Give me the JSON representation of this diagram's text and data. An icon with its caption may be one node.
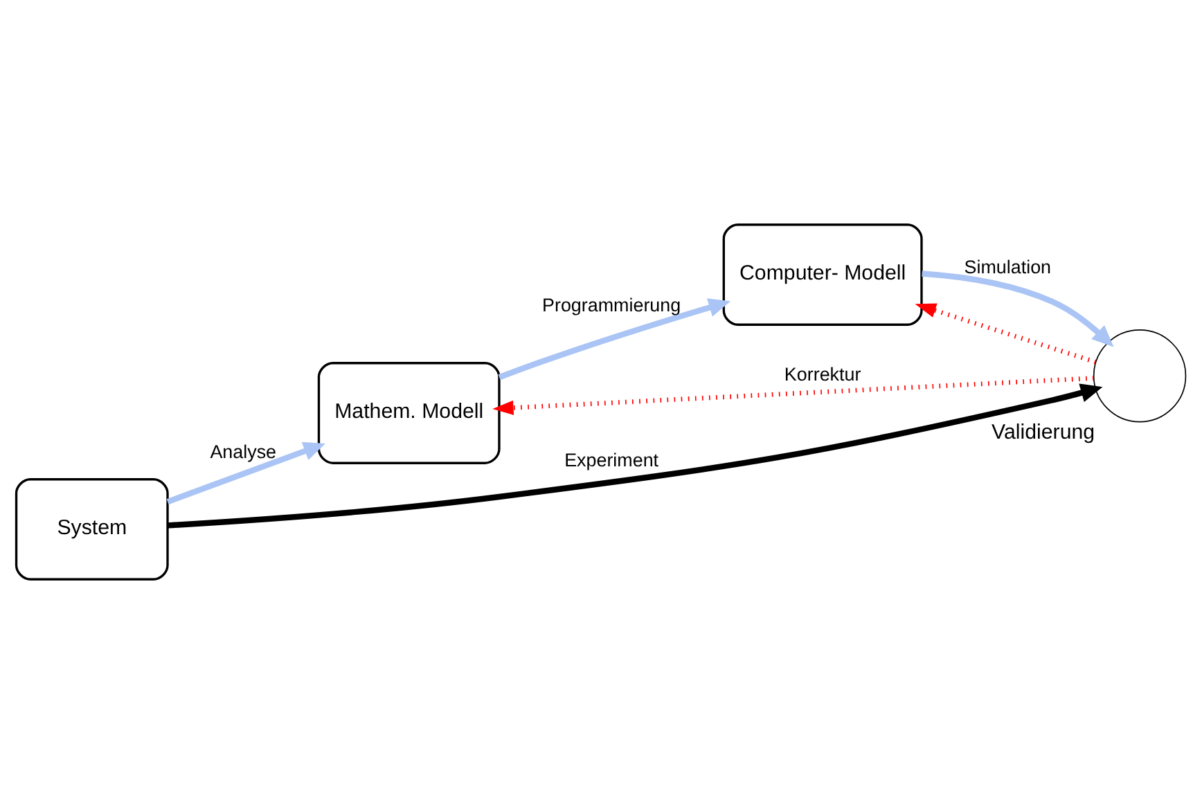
{
  "diagram": {
    "nodes": [
      {
        "text": [
          "System"
        ]
      },
      {
        "text": [
          "Mathem. Modell"
        ]
      },
      {
        "text": [
          "Computer- Modell"
        ]
      },
      {
        "text": [],
        "shape": "circle",
        "beside": [
          "Validierung"
        ]
      }
    ],
    "edges": [
      {
        "from": 0,
        "to": 1,
        "arrow": "to",
        "label": "Analyse"
      },
      {
        "from": 1,
        "to": 2,
        "arrow": "to",
        "label": "Programmierung"
      },
      {
        "from": 2,
        "to": 3,
        "arrow": "to",
        "label": "Simulation"
      },
      {
        "from": 0,
        "to": 3,
        "arrow": "to",
        "label": "Experiment",
        "color": "#000000"
      },
      {
        "from": 3,
        "to": 1,
        "arrow": "to",
        "label": "Korrektur",
        "style": "dashed",
        "color": "#ff0000"
      },
      {
        "from": 3,
        "to": 2,
        "arrow": "to",
        "style": "dashed",
        "color": "#ff0000"
      }
    ]
  }
}
